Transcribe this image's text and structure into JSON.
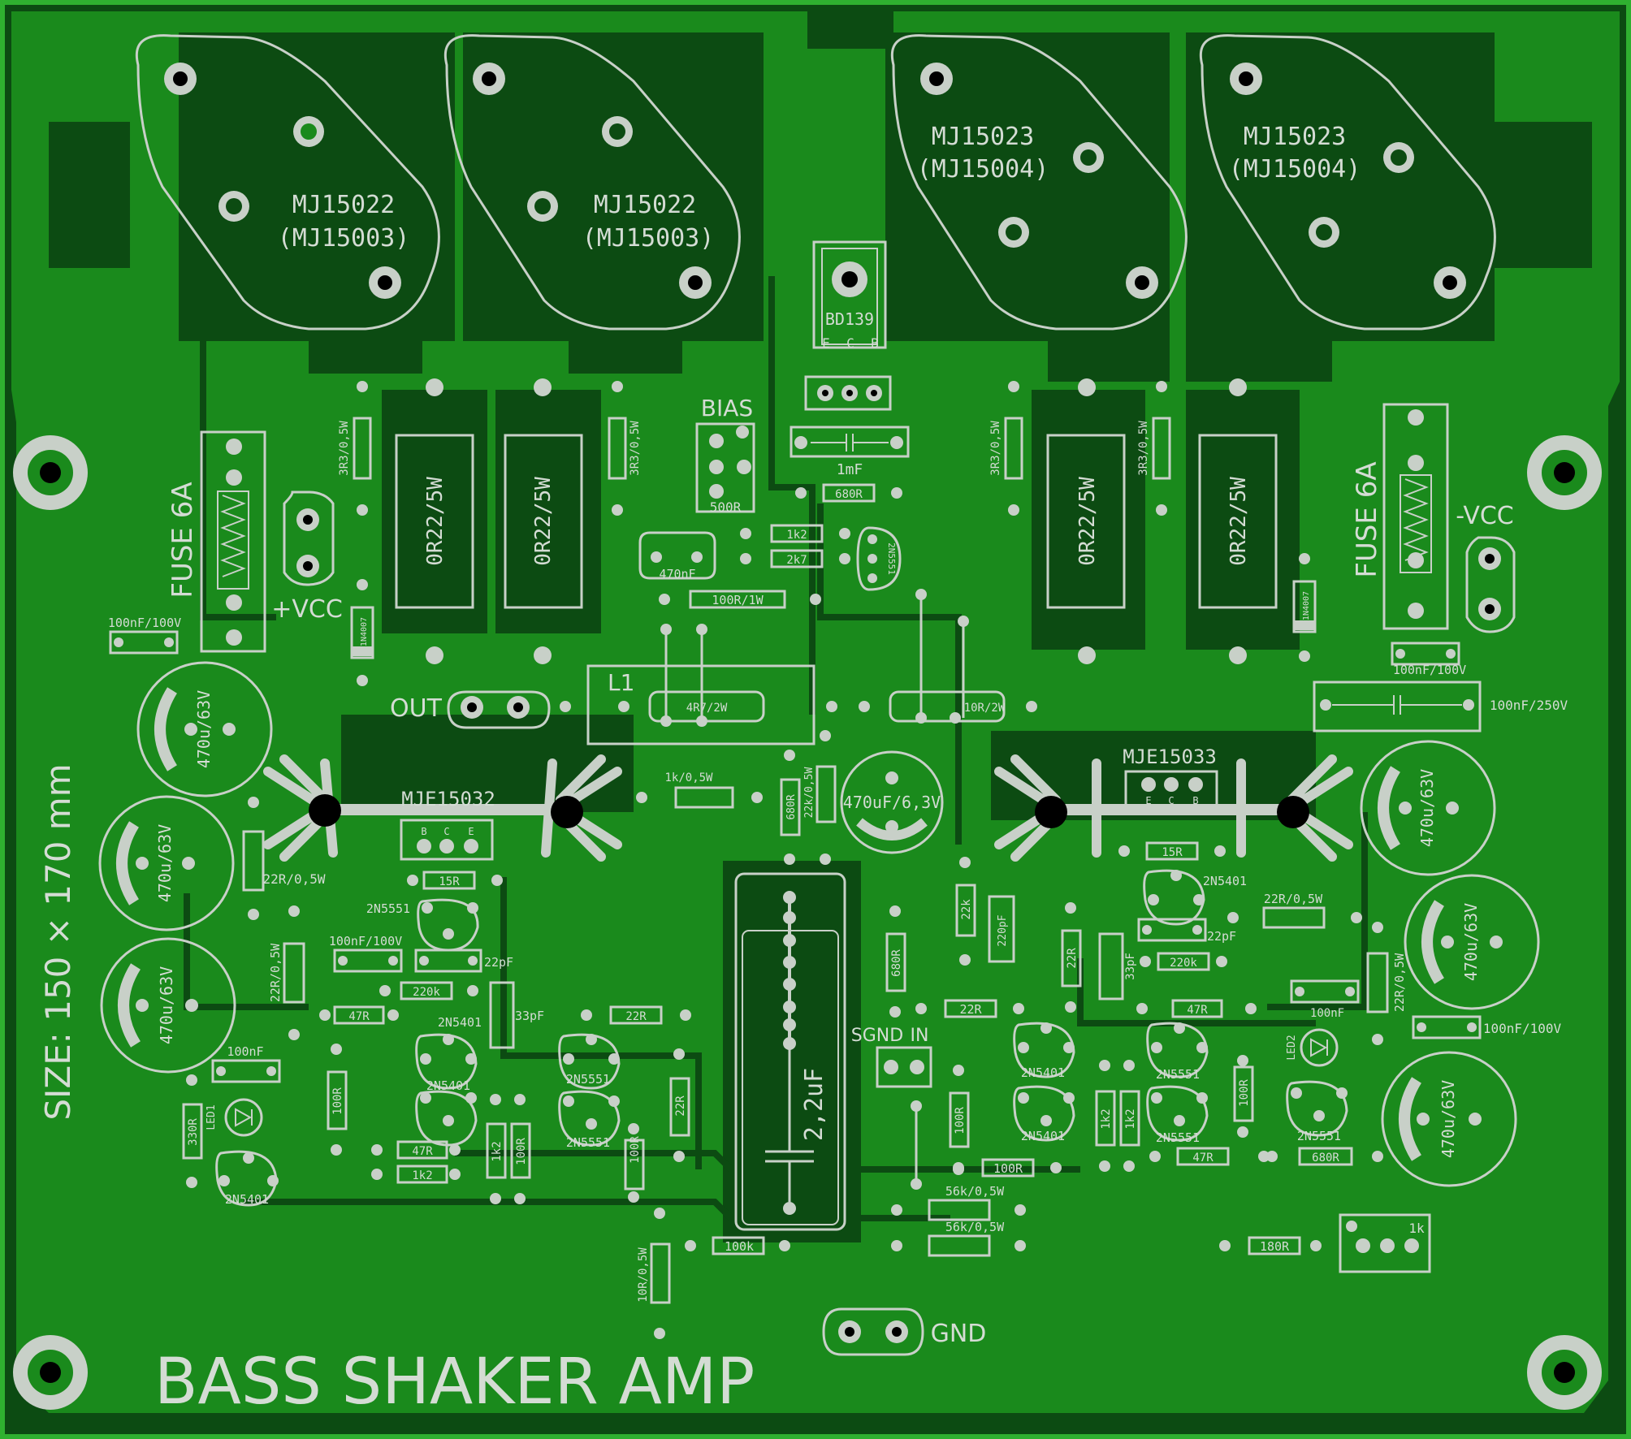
{
  "title": "BASS SHAKER AMP",
  "size_label": "SIZE:  150 × 170 mm",
  "colors": {
    "board": "#0c4b12",
    "copper": "#1a8a1c",
    "silk": "#d4dcd4",
    "edge": "#2fb030"
  },
  "power_transistors": [
    {
      "name": "MJ15022",
      "alt": "(MJ15003)"
    },
    {
      "name": "MJ15022",
      "alt": "(MJ15003)"
    },
    {
      "name": "MJ15023",
      "alt": "(MJ15004)"
    },
    {
      "name": "MJ15023",
      "alt": "(MJ15004)"
    }
  ],
  "driver_transistors": [
    "MJE15032",
    "MJE15033"
  ],
  "pin_labels": [
    "B",
    "C",
    "E"
  ],
  "pin_labels_rev": [
    "E",
    "C",
    "B"
  ],
  "bias_transistor": {
    "name": "BD139",
    "pins": [
      "E",
      "C",
      "B"
    ]
  },
  "labels": {
    "bias": "BIAS",
    "pot_500": "500R",
    "pot_1k": "1k",
    "fuse": "FUSE 6A",
    "vcc_pos": "+VCC",
    "vcc_neg": "-VCC",
    "out": "OUT",
    "gnd": "GND",
    "sgnd": "SGND",
    "in": "IN",
    "l1": "L1",
    "led1": "LED1",
    "led2": "LED2"
  },
  "resistors": {
    "emitter": "0R22/5W",
    "base": "3R3/0,5W",
    "r680": "680R",
    "r1k2": "1k2",
    "r2k7": "2k7",
    "r100_1w": "100R/1W",
    "r4r7": "4R7/2W",
    "r10r_2w": "10R/2W",
    "r1k_05": "1k/0,5W",
    "r22k_05": "22k/0,5W",
    "r22r_05": "22R/0,5W",
    "r15r": "15R",
    "r220k": "220k",
    "r47r": "47R",
    "r22r": "22R",
    "r100r": "100R",
    "r330r": "330R",
    "r22k": "22k",
    "r56k": "56k/0,5W",
    "r100k": "100k",
    "r10r_05": "10R/0,5W",
    "r180r": "180R",
    "r1k2b": "1k2"
  },
  "capacitors": {
    "c1mf": "1mF",
    "c470nf": "470nF",
    "c100nf100v": "100nF/100V",
    "c100nf250v": "100nF/250V",
    "c470u63": "470u/63V",
    "c470u6": "470uF/6,3V",
    "c22pf": "22pF",
    "c33pf": "33pF",
    "c100nf": "100nF",
    "c220pf": "220pF",
    "c2u2": "2,2uF"
  },
  "small_transistors": {
    "npn": "2N5551",
    "pnp": "2N5401"
  },
  "diode": "1N4007"
}
